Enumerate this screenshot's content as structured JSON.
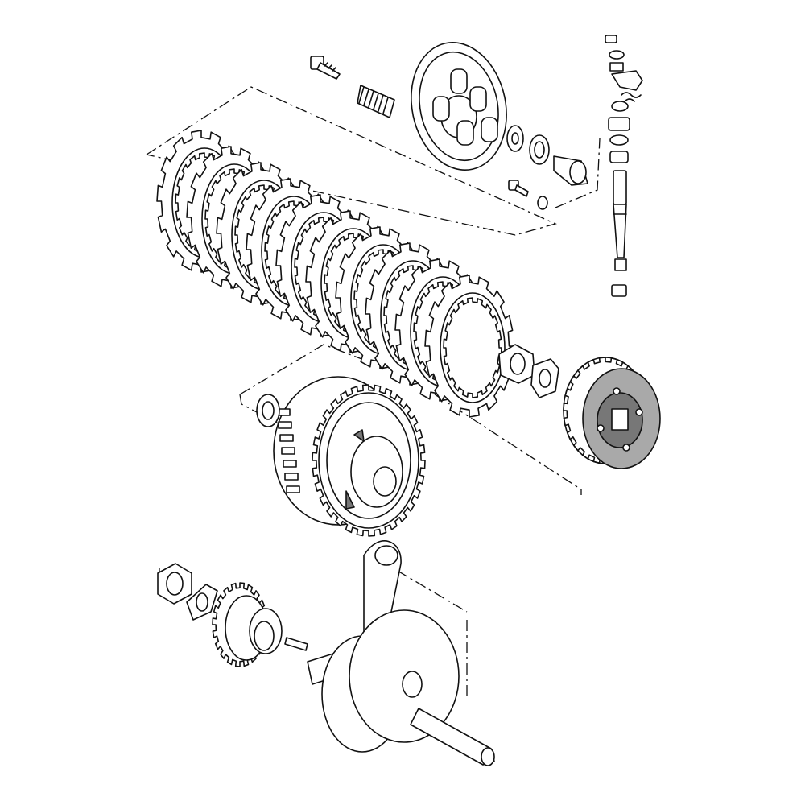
{
  "diagram": {
    "background": "#ffffff",
    "line_color": "#111111",
    "highlight_color": "#a9a9a9",
    "clutch_plate_count": 10,
    "parts": [
      {
        "name": "clutch-push-rod-assembly"
      },
      {
        "name": "pressure-plate"
      },
      {
        "name": "clutch-spring"
      },
      {
        "name": "spring-bolt"
      },
      {
        "name": "bearing"
      },
      {
        "name": "washer"
      },
      {
        "name": "pressure-cap"
      },
      {
        "name": "small-bolt"
      },
      {
        "name": "clutch-plate-stack"
      },
      {
        "name": "clutch-hub-nut"
      },
      {
        "name": "lock-washer"
      },
      {
        "name": "clutch-sleeve-hub",
        "highlighted": true
      },
      {
        "name": "primary-driven-gear-housing"
      },
      {
        "name": "thrust-washer"
      },
      {
        "name": "crank-nut"
      },
      {
        "name": "crank-lock-washer"
      },
      {
        "name": "primary-drive-gear"
      },
      {
        "name": "spacer"
      },
      {
        "name": "key"
      },
      {
        "name": "crankshaft-assembly"
      }
    ]
  }
}
